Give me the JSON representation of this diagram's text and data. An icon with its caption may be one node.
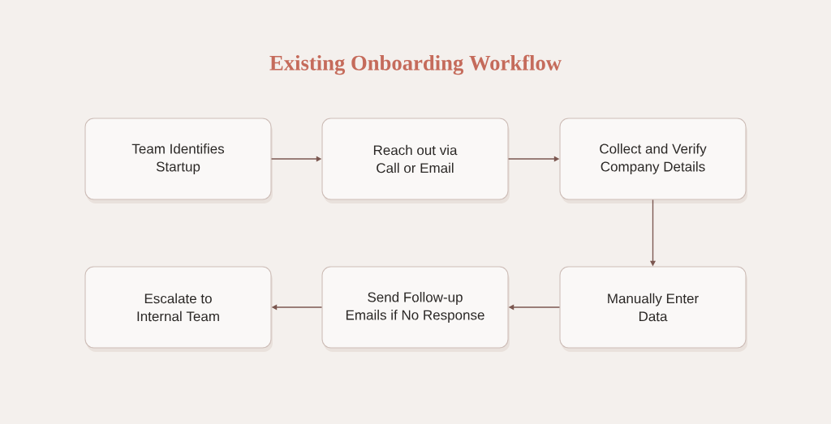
{
  "diagram": {
    "title": "Existing Onboarding Workflow",
    "nodes": [
      {
        "text": [
          "Team Identifies Startup"
        ]
      },
      {
        "text": [
          "Reach out via Call or Email"
        ]
      },
      {
        "text": [
          "Collect and Verify Company Details"
        ]
      },
      {
        "text": [
          "Manually Enter Data"
        ]
      },
      {
        "text": [
          "Send Follow-up Emails if No Response"
        ]
      },
      {
        "text": [
          "Escalate to Internal Team"
        ]
      }
    ],
    "edges": [
      {
        "from": 0,
        "to": 1,
        "arrow": "to"
      },
      {
        "from": 1,
        "to": 2,
        "arrow": "to"
      },
      {
        "from": 2,
        "to": 3,
        "arrow": "to"
      },
      {
        "from": 3,
        "to": 4,
        "arrow": "to"
      },
      {
        "from": 4,
        "to": 5,
        "arrow": "to"
      }
    ]
  }
}
